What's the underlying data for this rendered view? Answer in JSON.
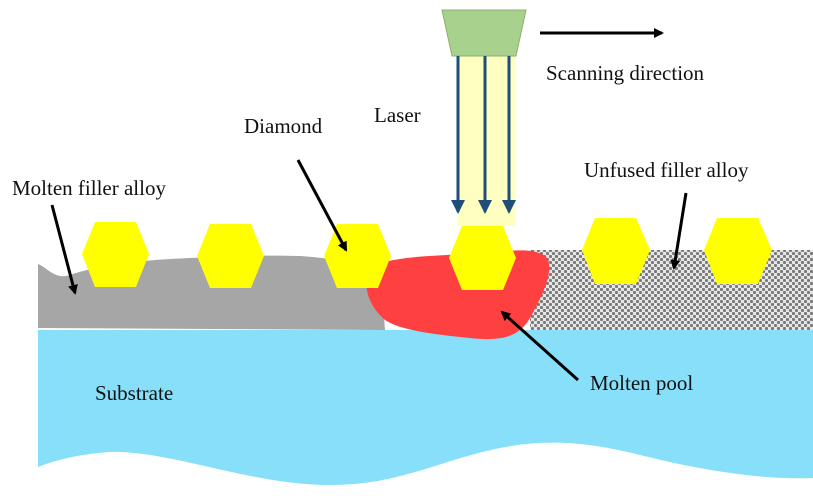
{
  "diagram": {
    "title": "Laser cladding of diamond with filler alloy",
    "labels": {
      "laser": "Laser",
      "scanning_direction": "Scanning direction",
      "diamond": "Diamond",
      "molten_filler_alloy": "Molten filler alloy",
      "unfused_filler_alloy": "Unfused filler alloy",
      "molten_pool": "Molten pool",
      "substrate": "Substrate"
    },
    "colors": {
      "laser_head": "#a9d18e",
      "laser_beam": "#ffffc0",
      "laser_arrows": "#1f4e79",
      "diamond": "#ffff00",
      "molten_filler": "#a6a6a6",
      "molten_pool": "#ff4040",
      "unfused_filler_dark": "#7a7a7a",
      "unfused_filler_light": "#e8e8e8",
      "substrate": "#87dffa",
      "arrow": "#000000"
    },
    "diamond_count": 6
  }
}
